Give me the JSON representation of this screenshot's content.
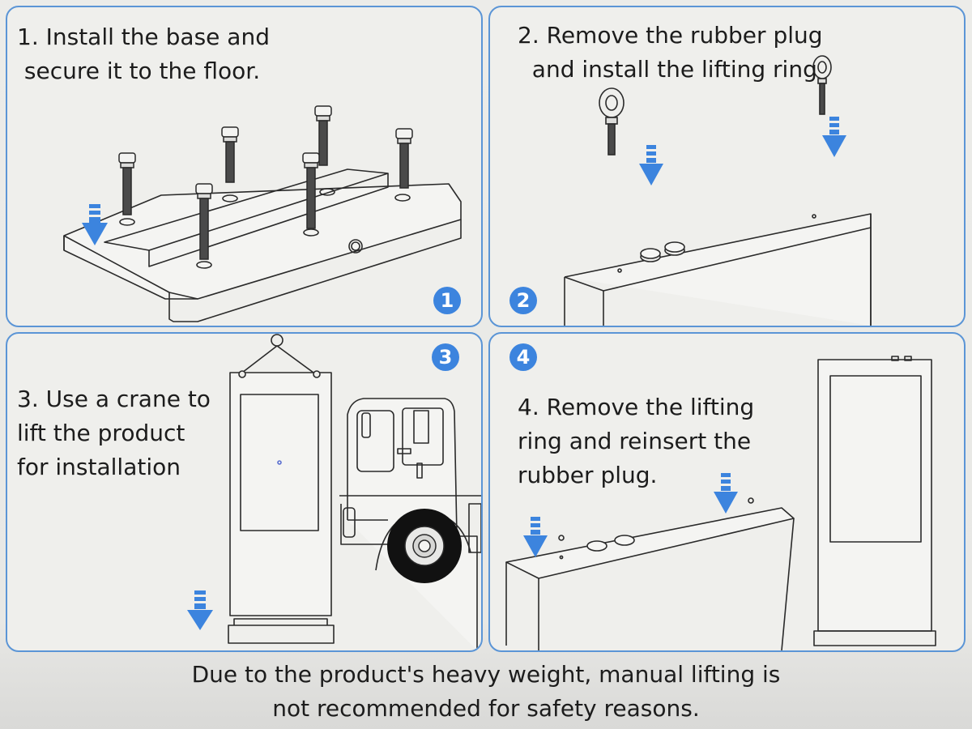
{
  "steps": [
    {
      "number": "1",
      "text": "1. Install the base and\n secure it to the floor."
    },
    {
      "number": "2",
      "text": "2. Remove the rubber plug\n  and install the lifting ring"
    },
    {
      "number": "3",
      "text": "3. Use a crane to\nlift the product\nfor installation"
    },
    {
      "number": "4",
      "text": "4. Remove the lifting\nring and reinsert the\nrubber plug."
    }
  ],
  "footer": {
    "line1": "Due to the product's heavy weight, manual lifting is",
    "line2": "not recommended for safety reasons."
  },
  "colors": {
    "accent": "#3c84de",
    "panel_border": "#5b95d6",
    "panel_bg": "#efefec",
    "line_art": "#2a2a2a"
  },
  "icons": [
    "down-arrow-icon",
    "bolt-icon",
    "lifting-ring-icon",
    "crane-hook-icon",
    "truck-icon"
  ]
}
